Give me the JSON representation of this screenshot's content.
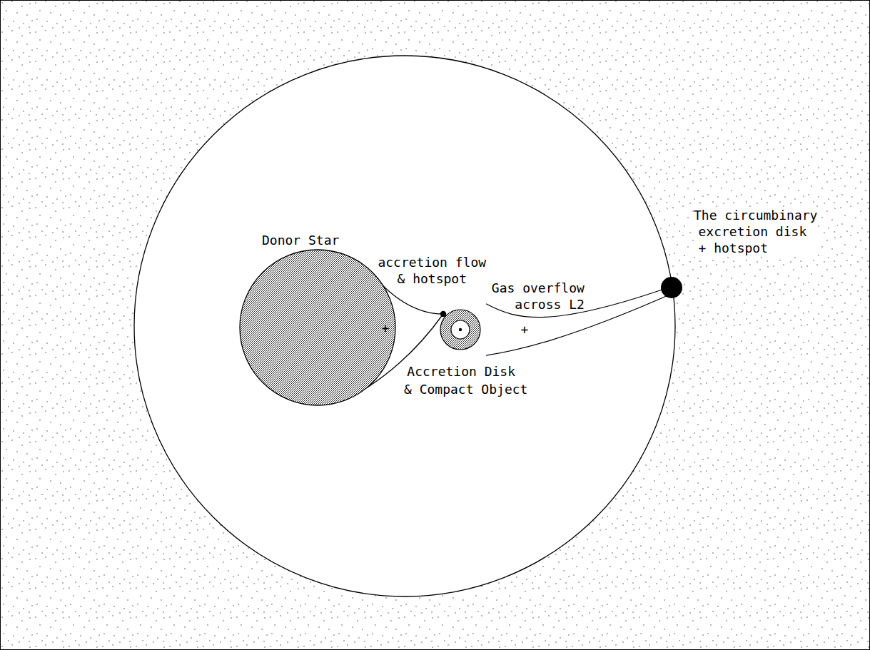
{
  "diagram": {
    "nodes": [
      {
        "text": [
          "Donor Star"
        ]
      },
      {
        "text": [
          "Accretion Disk & Compact Object"
        ]
      },
      {
        "text": [
          "The circumbinary excretion disk + hotspot"
        ]
      }
    ],
    "edges": [
      {
        "from": 0,
        "to": 1,
        "arrow": "none",
        "label": "accretion flow & hotspot"
      },
      {
        "from": 1,
        "to": 2,
        "arrow": "none",
        "label": "Gas overflow across L2"
      }
    ],
    "labels": [
      "+",
      "+"
    ]
  }
}
